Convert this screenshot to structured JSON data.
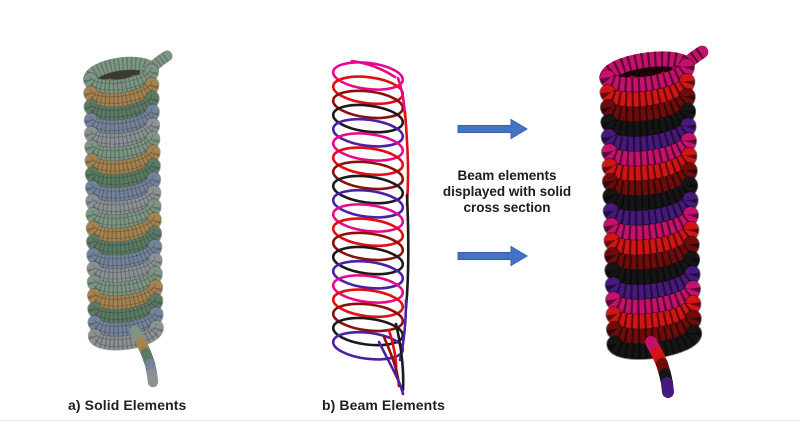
{
  "figure": {
    "background": "#ffffff",
    "divider_color": "#e6e6e6",
    "text_color": "#1c1c1c",
    "captions": {
      "a": "a) Solid Elements",
      "b": "b) Beam Elements"
    },
    "annotation": {
      "lines": [
        "Beam elements",
        "displayed with solid",
        "cross section"
      ]
    },
    "arrows": {
      "fill": "#4472c4",
      "stroke": "#3560ab"
    },
    "springs": {
      "solid": {
        "colors": [
          "#7d9583",
          "#a6824f",
          "#5b7a63",
          "#74839b",
          "#8c9195"
        ],
        "edge": "#454f49",
        "hole": "#3a3a34",
        "facet": "#27312b"
      },
      "beam": {
        "colors": [
          "#e8068b",
          "#e30d13",
          "#8c0f0b",
          "#1a1a1a",
          "#4d1fa5"
        ]
      },
      "beam_solid": {
        "colors": [
          "#c5106c",
          "#d31414",
          "#6e0c0c",
          "#151515",
          "#47197e"
        ],
        "edge": "#15060f",
        "hole": "#1c030b",
        "facet": "#050505"
      }
    }
  }
}
